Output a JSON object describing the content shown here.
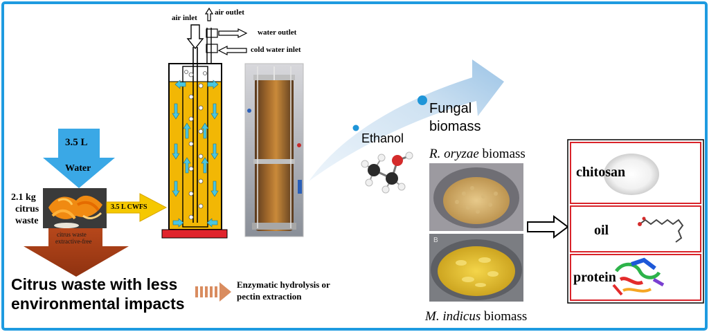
{
  "frame": {
    "border_color": "#1e9be0"
  },
  "colors": {
    "water_arrow": "#3aa8e6",
    "reactor_liquid": "#f2b705",
    "output_arrow": "#b6471b",
    "cwfs_arrow": "#f5c800",
    "base_plate": "#e0232c",
    "flow_arrow": "#4ac6e0",
    "product_border": "#d9232a"
  },
  "input": {
    "water_volume": "3.5 L",
    "water_label": "Water",
    "waste_amount": "2.1 kg",
    "waste_line2": "citrus",
    "waste_line3": "waste",
    "cwfs_label": "3.5 L CWFS",
    "extract_line1": "citrus waste",
    "extract_line2": "extractive-free"
  },
  "reactor": {
    "air_inlet": "air inlet",
    "air_outlet": "air outlet",
    "water_outlet": "water outlet",
    "cold_water_inlet": "cold water inlet"
  },
  "bottom_left": {
    "headline_line1": "Citrus waste with less",
    "headline_line2": "environmental impacts",
    "legend_line1": "Enzymatic hydrolysis or",
    "legend_line2": "pectin extraction"
  },
  "products": {
    "ethanol": "Ethanol",
    "fungal_line1": "Fungal",
    "fungal_line2": "biomass",
    "oryzae_italic": "R. oryzae",
    "oryzae_rest": " biomass",
    "indicus_italic": "M. indicus",
    "indicus_rest": " biomass",
    "photo_tag": "B"
  },
  "derived": {
    "items": [
      "chitosan",
      "oil",
      "protein"
    ]
  }
}
